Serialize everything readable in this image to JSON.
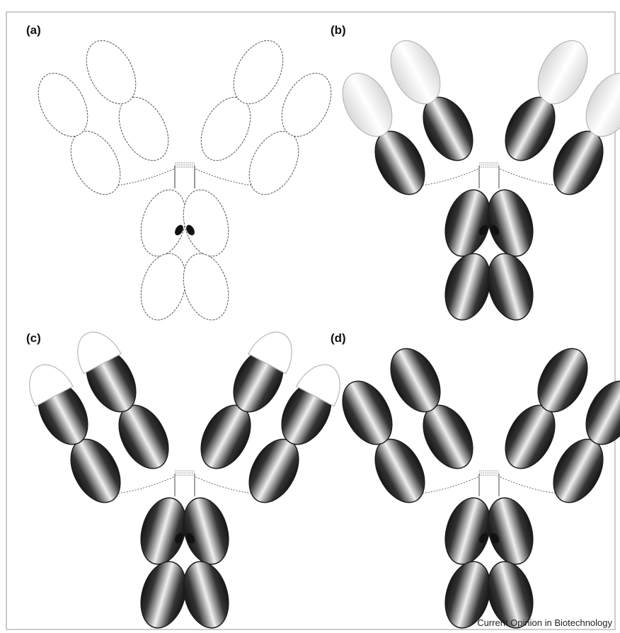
{
  "figure": {
    "panels": [
      {
        "id": "a",
        "label": "(a)",
        "style": "outline"
      },
      {
        "id": "b",
        "label": "(b)",
        "style": "constant-dark"
      },
      {
        "id": "c",
        "label": "(c)",
        "style": "cdr-light"
      },
      {
        "id": "d",
        "label": "(d)",
        "style": "all-dark"
      }
    ],
    "credit": "Current Opinion in Biotechnology"
  },
  "colors": {
    "dark": "#1c1c1c",
    "light_edge": "#b8b8b8",
    "highlight": "#f4f4f4",
    "outline": "#555555",
    "frame": "#9a9a9a",
    "glycan": "#111111"
  }
}
